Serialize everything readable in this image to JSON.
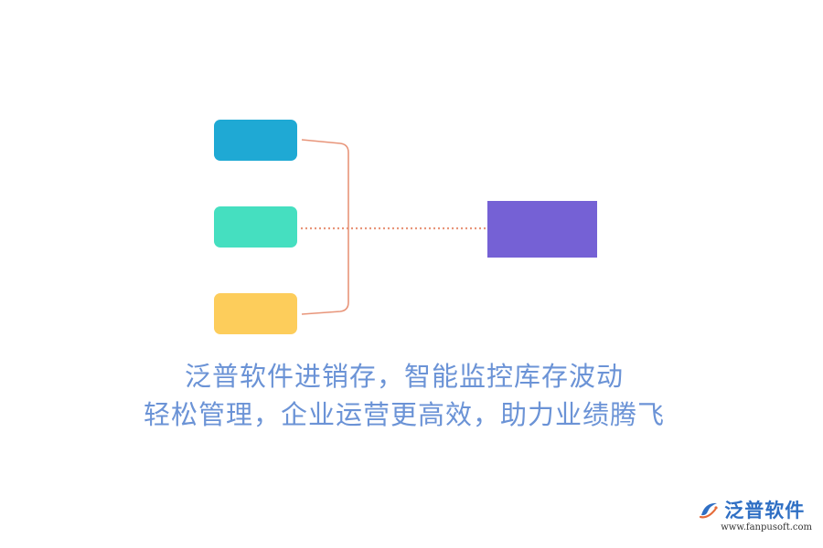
{
  "diagram": {
    "nodes": [
      {
        "id": "box-top",
        "color": "#1fa9d4"
      },
      {
        "id": "box-middle",
        "color": "#45dfc0"
      },
      {
        "id": "box-bottom",
        "color": "#fdcd5b"
      },
      {
        "id": "box-target",
        "color": "#7561d5"
      }
    ],
    "connector_color": "#e8957a"
  },
  "caption": {
    "line1": "泛普软件进销存，智能监控库存波动",
    "line2": "轻松管理，企业运营更高效，助力业绩腾飞",
    "color": "#6b93d6"
  },
  "logo": {
    "name": "泛普软件",
    "url": "www.fanpusoft.com",
    "icon": "fanpu-logo-icon"
  }
}
